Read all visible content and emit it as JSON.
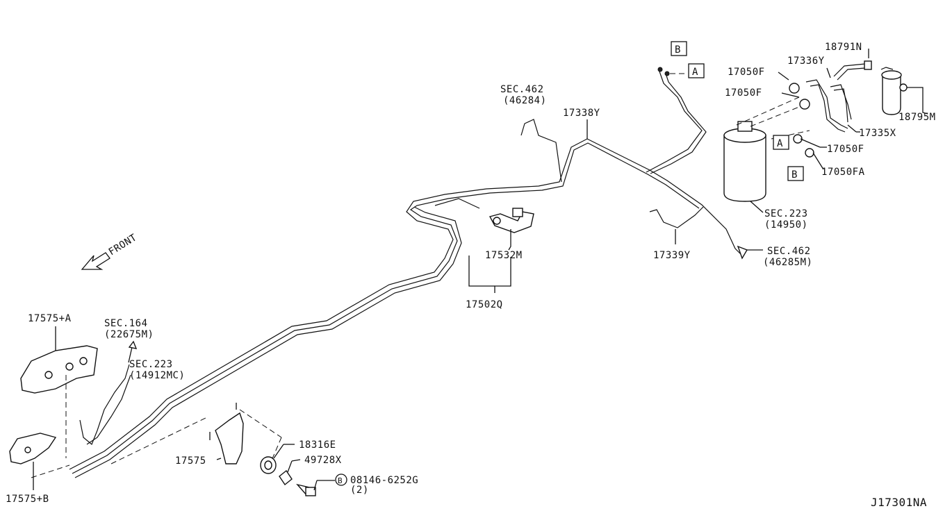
{
  "drawing_code": "J17301NA",
  "front_label": "FRONT",
  "callouts": {
    "c18791N": "18791N",
    "c17336Y": "17336Y",
    "c17050F_1": "17050F",
    "c17050F_2": "17050F",
    "c18795M": "18795M",
    "c17335X": "17335X",
    "c17050F_3": "17050F",
    "c17050FA": "17050FA",
    "sec223_a": "SEC.223",
    "sec223_a_ref": "(14950)",
    "sec462_a": "SEC.462",
    "sec462_a_ref": "(46284)",
    "c17338Y": "17338Y",
    "c17339Y": "17339Y",
    "sec462_b": "SEC.462",
    "sec462_b_ref": "(46285M)",
    "c17532M": "17532M",
    "c17502Q": "17502Q",
    "c17575A": "17575+A",
    "sec164": "SEC.164",
    "sec164_ref": "(22675M)",
    "sec223_b": "SEC.223",
    "sec223_b_ref": "(14912MC)",
    "c18316E": "18316E",
    "c49728X": "49728X",
    "c17575": "17575",
    "bolt_code": "08146-6252G",
    "bolt_qty": "(2)",
    "c17575B": "17575+B"
  },
  "ref_markers": {
    "a_top": "A",
    "b_top": "B",
    "a_side": "A",
    "b_side": "B",
    "bolt_symbol": "B"
  }
}
